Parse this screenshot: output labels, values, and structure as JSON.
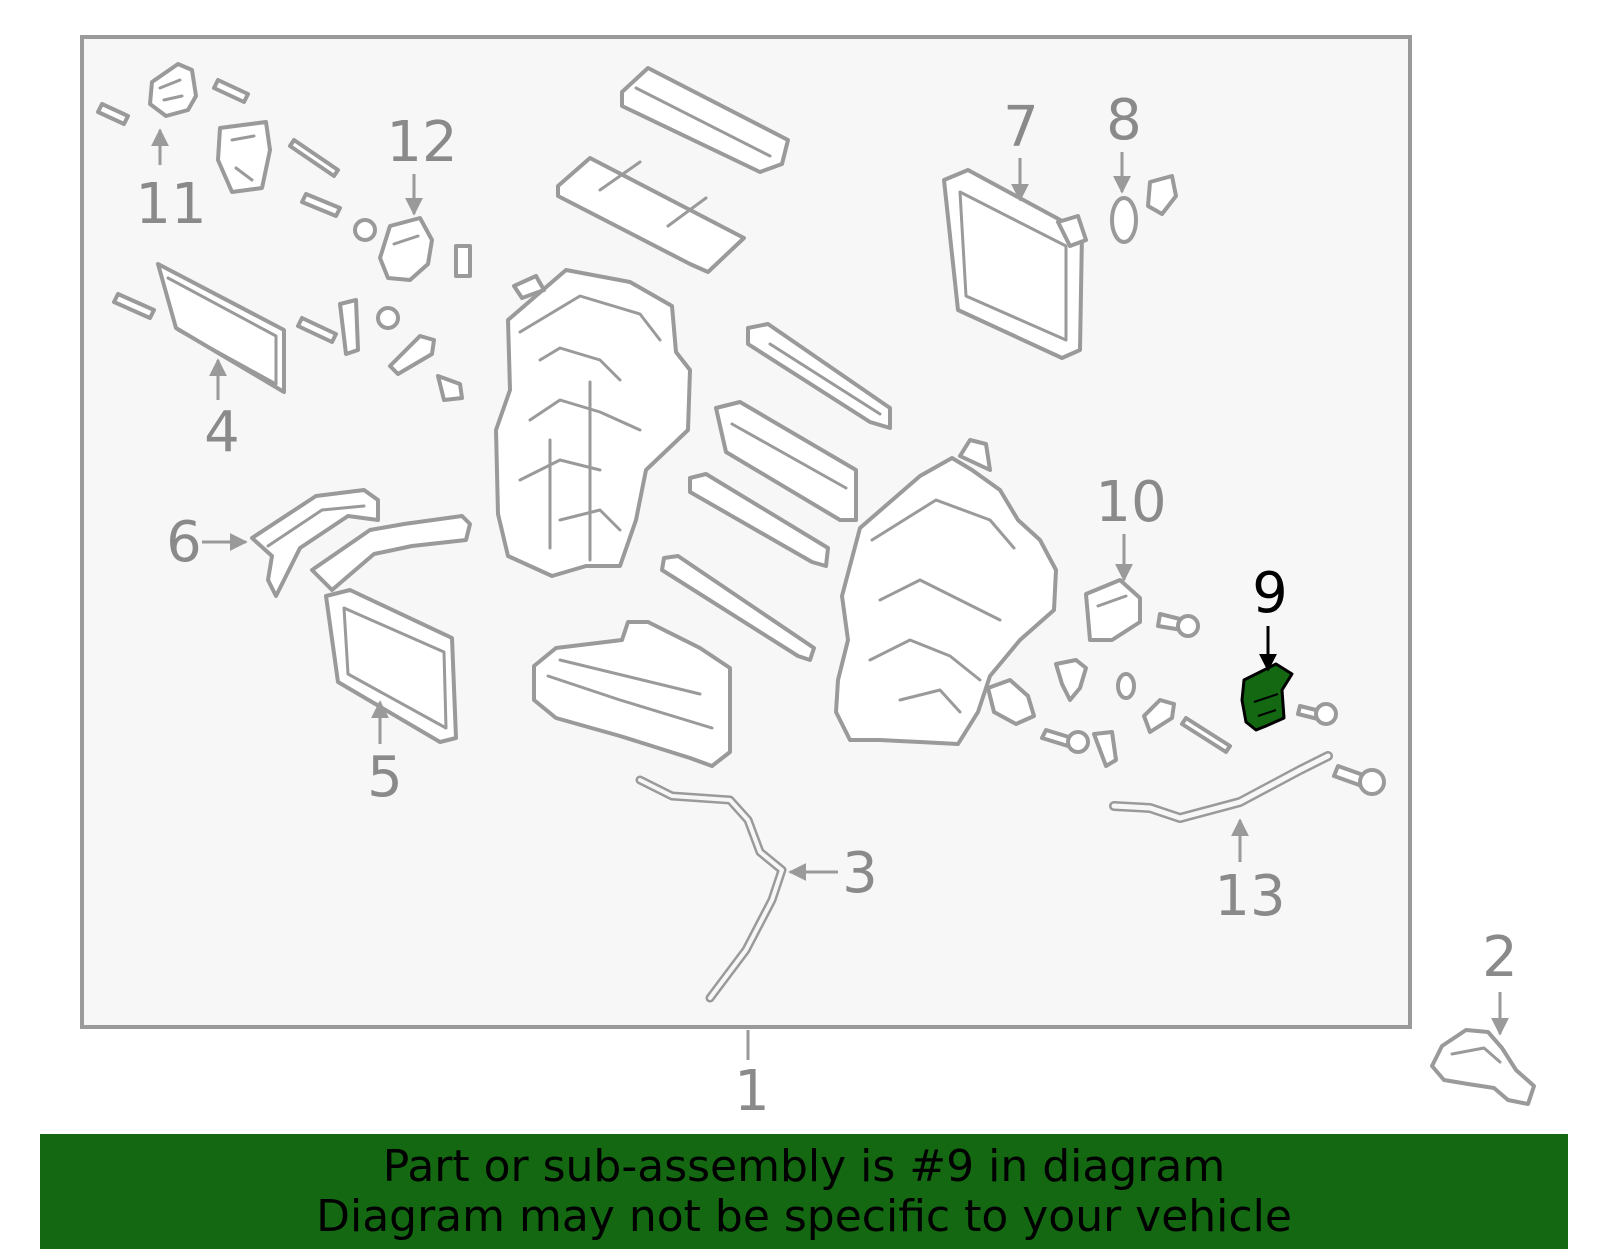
{
  "diagram": {
    "highlighted_part": "9",
    "highlight_color": "#136811",
    "line_color": "#9a9a9a",
    "panel_color": "#f7f7f7",
    "callouts": {
      "c1": "1",
      "c2": "2",
      "c3": "3",
      "c4": "4",
      "c5": "5",
      "c6": "6",
      "c7": "7",
      "c8": "8",
      "c9": "9",
      "c10": "10",
      "c11": "11",
      "c12": "12",
      "c13": "13"
    }
  },
  "banner": {
    "line1": "Part or sub-assembly is #9 in diagram",
    "line2": "Diagram may not be specific to your vehicle",
    "background": "#136811"
  }
}
